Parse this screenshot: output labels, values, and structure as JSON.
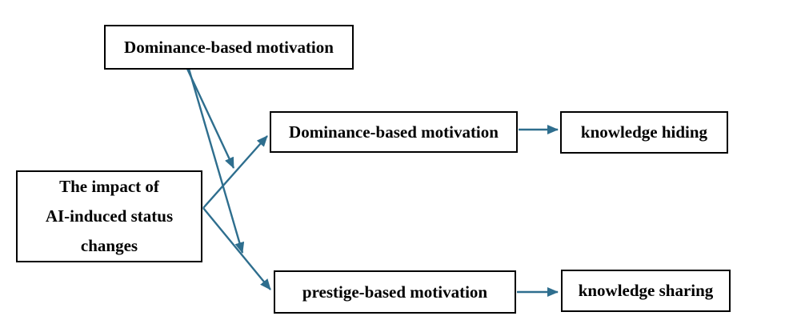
{
  "diagram": {
    "background": "#ffffff",
    "box_border_color": "#000000",
    "text_color": "#000000",
    "arrow_color": "#2e6e8e",
    "nodes": {
      "moderator": {
        "label": "Dominance-based motivation"
      },
      "antecedent": {
        "label": "The impact of\nAI-induced status\nchanges"
      },
      "mediator_dominance": {
        "label": "Dominance-based motivation"
      },
      "mediator_prestige": {
        "label": "prestige-based motivation"
      },
      "outcome_hiding": {
        "label": "knowledge hiding"
      },
      "outcome_sharing": {
        "label": "knowledge sharing"
      }
    },
    "edges": [
      {
        "from": "antecedent",
        "to": "mediator_dominance",
        "type": "direct"
      },
      {
        "from": "antecedent",
        "to": "mediator_prestige",
        "type": "direct"
      },
      {
        "from": "moderator",
        "to": "path antecedent->mediator_dominance",
        "type": "moderation"
      },
      {
        "from": "moderator",
        "to": "path antecedent->mediator_prestige",
        "type": "moderation"
      },
      {
        "from": "mediator_dominance",
        "to": "outcome_hiding",
        "type": "direct"
      },
      {
        "from": "mediator_prestige",
        "to": "outcome_sharing",
        "type": "direct"
      }
    ]
  }
}
